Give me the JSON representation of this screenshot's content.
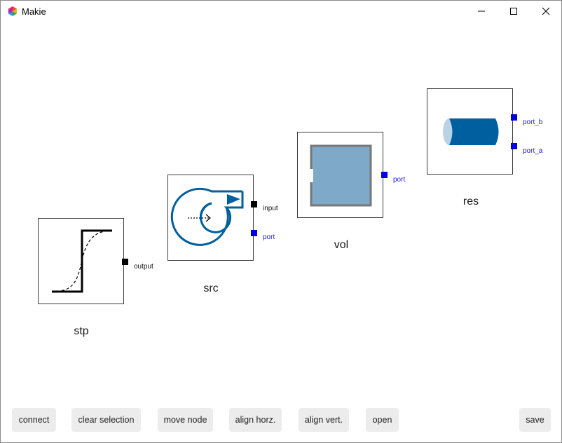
{
  "window": {
    "title": "Makie",
    "controls": {
      "minimize_icon": "minimize-icon",
      "maximize_icon": "maximize-icon",
      "close_icon": "close-icon"
    }
  },
  "nodes": [
    {
      "id": "stp",
      "label": "stp",
      "icon": "step-signal-icon",
      "ports": [
        {
          "label": "output",
          "color": "black"
        }
      ]
    },
    {
      "id": "src",
      "label": "src",
      "icon": "pump-source-icon",
      "ports": [
        {
          "label": "input",
          "color": "black"
        },
        {
          "label": "port",
          "color": "blue"
        }
      ]
    },
    {
      "id": "vol",
      "label": "vol",
      "icon": "volume-tank-icon",
      "ports": [
        {
          "label": "port",
          "color": "blue"
        }
      ]
    },
    {
      "id": "res",
      "label": "res",
      "icon": "pipe-resistance-icon",
      "ports": [
        {
          "label": "port_b",
          "color": "blue"
        },
        {
          "label": "port_a",
          "color": "blue"
        }
      ]
    }
  ],
  "toolbar": {
    "buttons": [
      {
        "id": "connect",
        "label": "connect"
      },
      {
        "id": "clear_selection",
        "label": "clear selection"
      },
      {
        "id": "move_node",
        "label": "move node"
      },
      {
        "id": "align_horz",
        "label": "align horz."
      },
      {
        "id": "align_vert",
        "label": "align vert."
      },
      {
        "id": "open",
        "label": "open"
      },
      {
        "id": "save",
        "label": "save"
      }
    ]
  },
  "colors": {
    "port_black": "#000000",
    "port_blue": "#0000e6",
    "icon_blue": "#005f9e",
    "tank_fill": "#7fa9c9",
    "tank_border": "#777777",
    "button_bg": "#ececec"
  }
}
